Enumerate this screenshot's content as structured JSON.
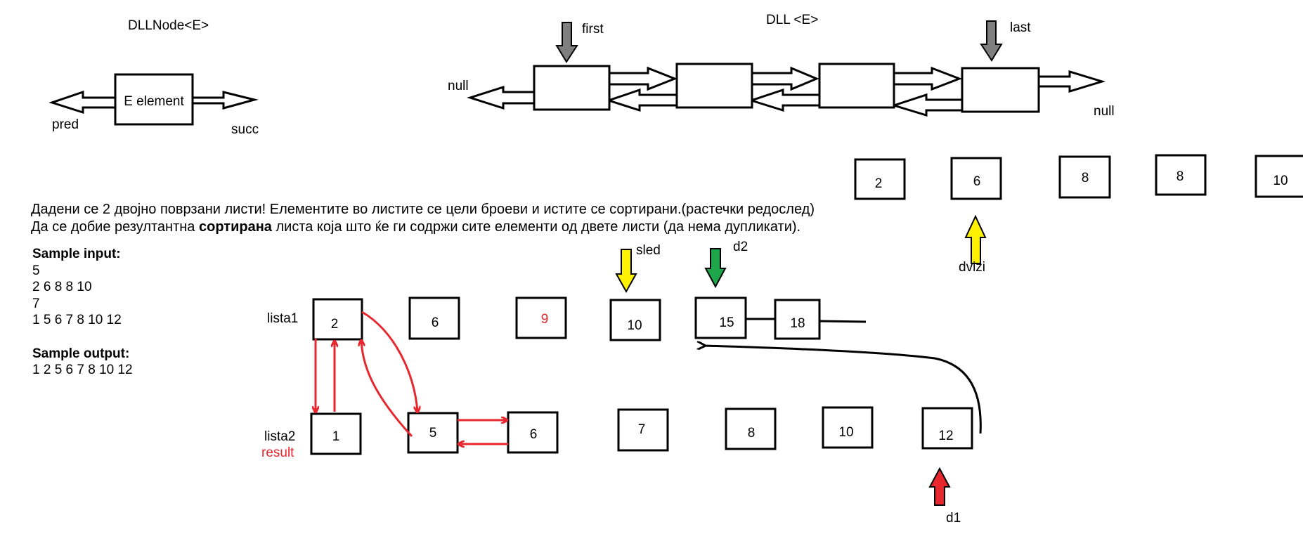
{
  "colors": {
    "ink": "#000000",
    "red": "#e8262e",
    "yellow": "#fff200",
    "green": "#1fa64a",
    "gray": "#7f7f7f"
  },
  "node_struct": {
    "title": "DLLNode<E>",
    "element": "E element",
    "pred": "pred",
    "succ": "succ"
  },
  "dll": {
    "title": "DLL <E>",
    "first": "first",
    "last": "last",
    "null_left": "null",
    "null_right": "null"
  },
  "top_list": [
    "2",
    "6",
    "8",
    "8",
    "10"
  ],
  "dvizi_label": "dvizi",
  "task": {
    "line1": "Дадени се 2 двојно поврзани листи! Елементите во листите се цели броеви и истите се сортирани.(растечки редослед)",
    "line2_pre": "Да се добие резултантна ",
    "line2_bold": "сортирана",
    "line2_post": " листа која што ќе ги содржи сите елементи од двете листи (да нема дупликати)."
  },
  "sample": {
    "input_label": "Sample input:",
    "input_lines": [
      "5",
      "2 6 8 8 10",
      "7",
      "1 5 6 7 8 10 12"
    ],
    "output_label": "Sample output:",
    "output_line": "1 2 5 6 7 8 10 12"
  },
  "labels": {
    "lista1": "lista1",
    "lista2": "lista2",
    "result": "result",
    "sled": "sled",
    "d2": "d2",
    "d1": "d1"
  },
  "lista1": [
    "2",
    "6",
    "9",
    "10",
    "15",
    "18"
  ],
  "lista2": [
    "1",
    "5",
    "6",
    "7",
    "8",
    "10",
    "12"
  ]
}
